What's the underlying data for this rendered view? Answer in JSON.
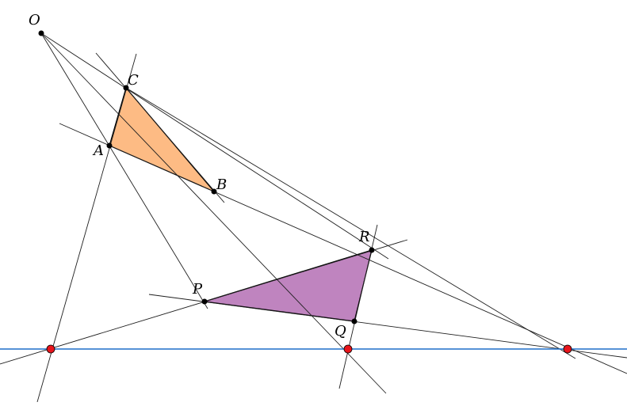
{
  "diagram": {
    "colors": {
      "line": "#1f1f1f",
      "axis": "#1e6fc8",
      "triangle_abc": "#fdbb84",
      "triangle_pqr": "#bf84bf",
      "point": "#000000",
      "red_point": "#e8141b"
    },
    "points": [
      {
        "id": "O",
        "label": "O"
      },
      {
        "id": "A",
        "label": "A"
      },
      {
        "id": "B",
        "label": "B"
      },
      {
        "id": "C",
        "label": "C"
      },
      {
        "id": "P",
        "label": "P"
      },
      {
        "id": "Q",
        "label": "Q"
      },
      {
        "id": "R",
        "label": "R"
      }
    ]
  }
}
